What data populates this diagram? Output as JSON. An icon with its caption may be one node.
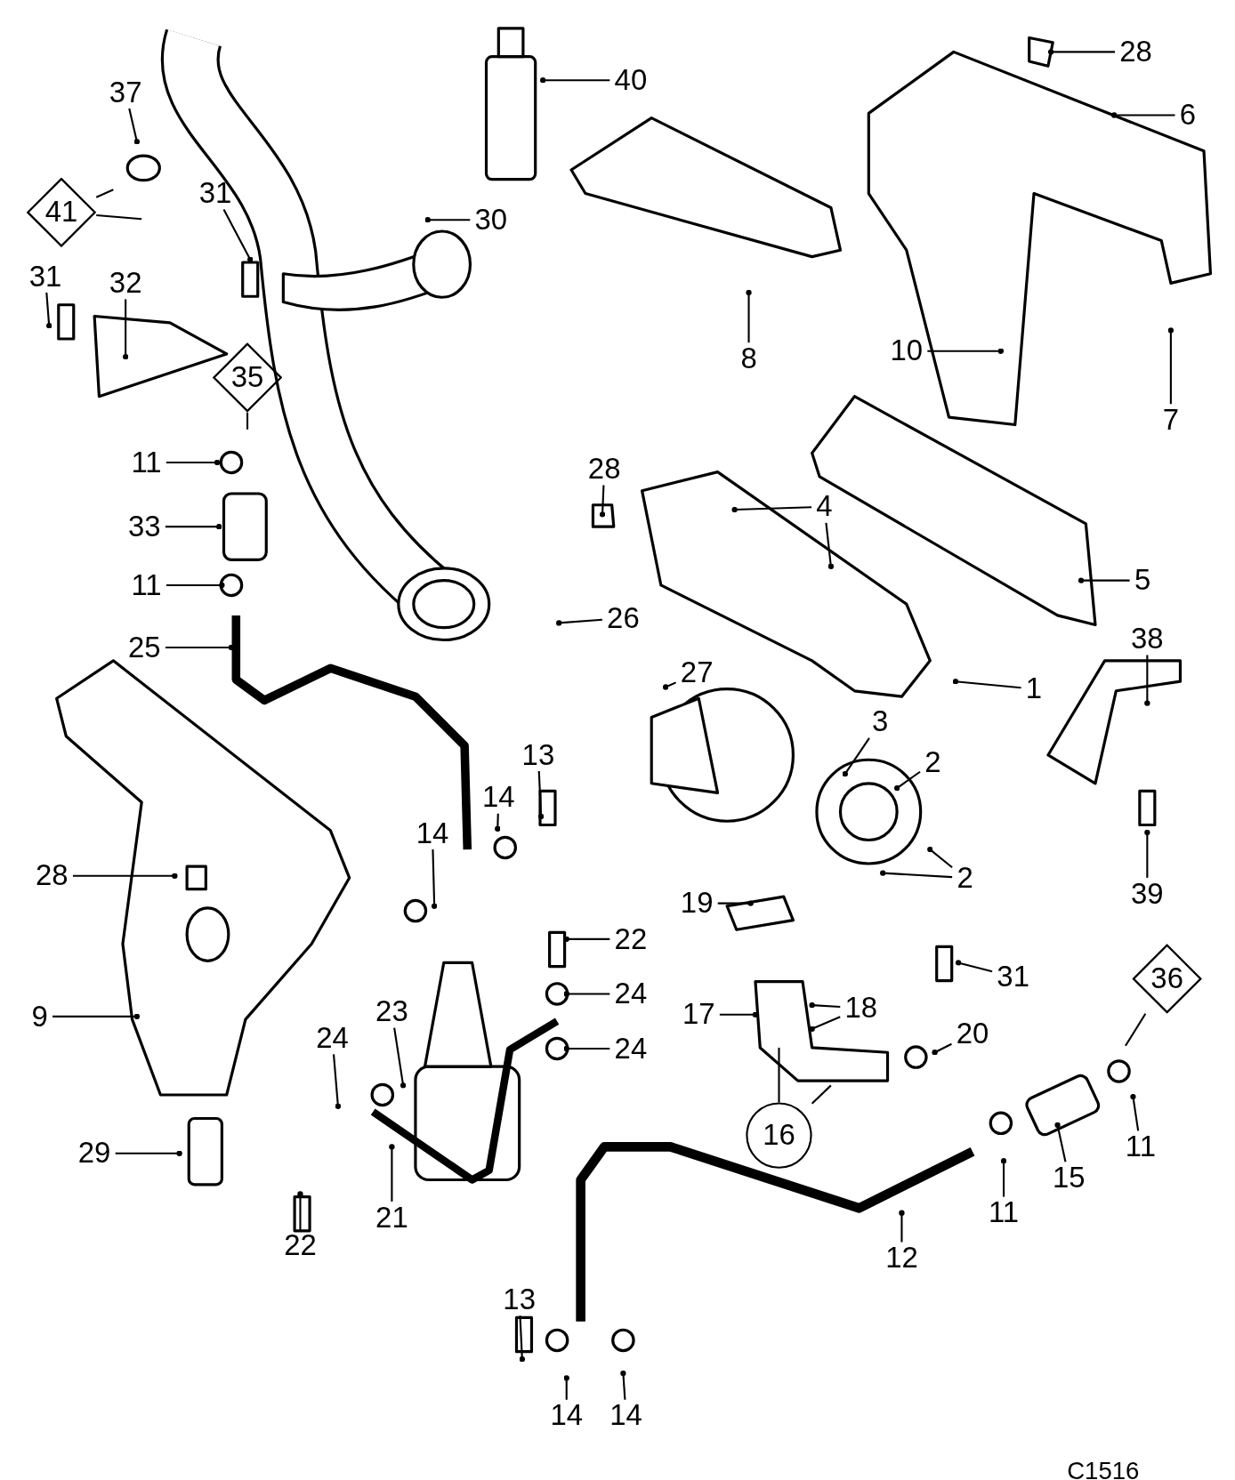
{
  "diagram": {
    "nodes": [
      {
        "text": [
          "40"
        ]
      },
      {
        "text": [
          "28"
        ]
      },
      {
        "text": [
          "37"
        ]
      },
      {
        "text": [
          "6"
        ]
      },
      {
        "text": [
          "41"
        ]
      },
      {
        "text": [
          "31"
        ]
      },
      {
        "text": [
          "30"
        ]
      },
      {
        "text": [
          "31"
        ]
      },
      {
        "text": [
          "32"
        ]
      },
      {
        "text": [
          "8"
        ]
      },
      {
        "text": [
          "10"
        ]
      },
      {
        "text": [
          "35"
        ]
      },
      {
        "text": [
          "7"
        ]
      },
      {
        "text": [
          "11"
        ]
      },
      {
        "text": [
          "28"
        ]
      },
      {
        "text": [
          "4"
        ]
      },
      {
        "text": [
          "33"
        ]
      },
      {
        "text": [
          "5"
        ]
      },
      {
        "text": [
          "11"
        ]
      },
      {
        "text": [
          "26"
        ]
      },
      {
        "text": [
          "38"
        ]
      },
      {
        "text": [
          "25"
        ]
      },
      {
        "text": [
          "27"
        ]
      },
      {
        "text": [
          "1"
        ]
      },
      {
        "text": [
          "3"
        ]
      },
      {
        "text": [
          "2"
        ]
      },
      {
        "text": [
          "13"
        ]
      },
      {
        "text": [
          "14"
        ]
      },
      {
        "text": [
          "14"
        ]
      },
      {
        "text": [
          "28"
        ]
      },
      {
        "text": [
          "2"
        ]
      },
      {
        "text": [
          "39"
        ]
      },
      {
        "text": [
          "19"
        ]
      },
      {
        "text": [
          "22"
        ]
      },
      {
        "text": [
          "31"
        ]
      },
      {
        "text": [
          "36"
        ]
      },
      {
        "text": [
          "24"
        ]
      },
      {
        "text": [
          "23"
        ]
      },
      {
        "text": [
          "18"
        ]
      },
      {
        "text": [
          "20"
        ]
      },
      {
        "text": [
          "17"
        ]
      },
      {
        "text": [
          "9"
        ]
      },
      {
        "text": [
          "24"
        ]
      },
      {
        "text": [
          "24"
        ]
      },
      {
        "text": [
          "11"
        ]
      },
      {
        "text": [
          "16"
        ]
      },
      {
        "text": [
          "29"
        ]
      },
      {
        "text": [
          "15"
        ]
      },
      {
        "text": [
          "11"
        ]
      },
      {
        "text": [
          "21"
        ]
      },
      {
        "text": [
          "22"
        ]
      },
      {
        "text": [
          "12"
        ]
      },
      {
        "text": [
          "13"
        ]
      },
      {
        "text": [
          "14"
        ]
      },
      {
        "text": [
          "14"
        ]
      }
    ],
    "edges": [
      {
        "from": 0,
        "to": null,
        "arrow": "other"
      },
      {
        "from": 1,
        "to": null,
        "arrow": "other"
      },
      {
        "from": 2,
        "to": null,
        "arrow": "other"
      },
      {
        "from": 3,
        "to": null,
        "arrow": "other"
      },
      {
        "from": 4,
        "to": null,
        "arrow": "none"
      },
      {
        "from": 4,
        "to": null,
        "arrow": "none"
      },
      {
        "from": 5,
        "to": null,
        "arrow": "other"
      },
      {
        "from": 6,
        "to": null,
        "arrow": "other"
      },
      {
        "from": 7,
        "to": null,
        "arrow": "other"
      },
      {
        "from": 8,
        "to": null,
        "arrow": "other"
      },
      {
        "from": 9,
        "to": null,
        "arrow": "other"
      },
      {
        "from": 10,
        "to": null,
        "arrow": "other"
      },
      {
        "from": 11,
        "to": null,
        "arrow": "none"
      },
      {
        "from": 12,
        "to": null,
        "arrow": "other"
      },
      {
        "from": 13,
        "to": null,
        "arrow": "other"
      },
      {
        "from": 14,
        "to": null,
        "arrow": "other"
      },
      {
        "from": 15,
        "to": null,
        "arrow": "other"
      },
      {
        "from": 15,
        "to": null,
        "arrow": "other"
      },
      {
        "from": 16,
        "to": null,
        "arrow": "other"
      },
      {
        "from": 17,
        "to": null,
        "arrow": "other"
      },
      {
        "from": 18,
        "to": null,
        "arrow": "other"
      },
      {
        "from": 19,
        "to": null,
        "arrow": "other"
      },
      {
        "from": 20,
        "to": null,
        "arrow": "other"
      },
      {
        "from": 21,
        "to": null,
        "arrow": "other"
      },
      {
        "from": 22,
        "to": null,
        "arrow": "other"
      },
      {
        "from": 23,
        "to": null,
        "arrow": "other"
      },
      {
        "from": 24,
        "to": null,
        "arrow": "other"
      },
      {
        "from": 25,
        "to": null,
        "arrow": "other"
      },
      {
        "from": 26,
        "to": null,
        "arrow": "other"
      },
      {
        "from": 27,
        "to": null,
        "arrow": "other"
      },
      {
        "from": 28,
        "to": null,
        "arrow": "other"
      },
      {
        "from": 29,
        "to": null,
        "arrow": "other"
      },
      {
        "from": 30,
        "to": null,
        "arrow": "other"
      },
      {
        "from": 30,
        "to": null,
        "arrow": "other"
      },
      {
        "from": 31,
        "to": null,
        "arrow": "other"
      },
      {
        "from": 32,
        "to": null,
        "arrow": "other"
      },
      {
        "from": 33,
        "to": null,
        "arrow": "other"
      },
      {
        "from": 34,
        "to": null,
        "arrow": "other"
      },
      {
        "from": 35,
        "to": null,
        "arrow": "none"
      },
      {
        "from": 36,
        "to": null,
        "arrow": "other"
      },
      {
        "from": 37,
        "to": null,
        "arrow": "other"
      },
      {
        "from": 38,
        "to": null,
        "arrow": "other"
      },
      {
        "from": 38,
        "to": null,
        "arrow": "other"
      },
      {
        "from": 39,
        "to": null,
        "arrow": "other"
      },
      {
        "from": 40,
        "to": null,
        "arrow": "other"
      },
      {
        "from": 41,
        "to": null,
        "arrow": "other"
      },
      {
        "from": 42,
        "to": null,
        "arrow": "other"
      },
      {
        "from": 43,
        "to": null,
        "arrow": "other"
      },
      {
        "from": 44,
        "to": null,
        "arrow": "other"
      },
      {
        "from": 45,
        "to": null,
        "arrow": "none"
      },
      {
        "from": 45,
        "to": null,
        "arrow": "none"
      },
      {
        "from": 46,
        "to": null,
        "arrow": "other"
      },
      {
        "from": 47,
        "to": null,
        "arrow": "other"
      },
      {
        "from": 48,
        "to": null,
        "arrow": "other"
      },
      {
        "from": 49,
        "to": null,
        "arrow": "other"
      },
      {
        "from": 50,
        "to": null,
        "arrow": "other"
      },
      {
        "from": 51,
        "to": null,
        "arrow": "other"
      },
      {
        "from": 52,
        "to": null,
        "arrow": "other"
      },
      {
        "from": 53,
        "to": null,
        "arrow": "other"
      },
      {
        "from": 54,
        "to": null,
        "arrow": "other"
      }
    ],
    "labels": [
      "C1516"
    ]
  }
}
